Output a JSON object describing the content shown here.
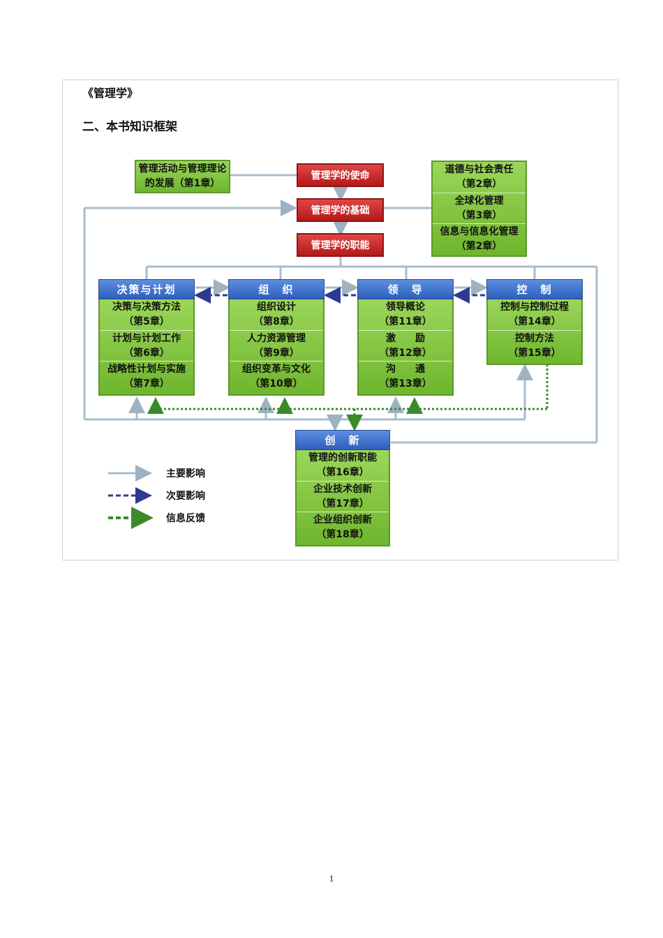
{
  "book_title": "《管理学》",
  "section_title": "二、本书知识框架",
  "history_box": {
    "line1": "管理活动与管理理论",
    "line2": "的发展（第1章）"
  },
  "red_boxes": {
    "mission": "管理学的使命",
    "foundation": "管理学的基础",
    "functions": "管理学的职能"
  },
  "right_stack": [
    {
      "line1": "道德与社会责任",
      "line2": "（第2章）"
    },
    {
      "line1": "全球化管理",
      "line2": "（第3章）"
    },
    {
      "line1": "信息与信息化管理",
      "line2": "（第2章）"
    }
  ],
  "columns": [
    {
      "title": "决策与计划",
      "items": [
        {
          "line1": "决策与决策方法",
          "line2": "（第5章）"
        },
        {
          "line1": "计划与计划工作",
          "line2": "（第6章）"
        },
        {
          "line1": "战略性计划与实施",
          "line2": "（第7章）"
        }
      ]
    },
    {
      "title": "组　织",
      "items": [
        {
          "line1": "组织设计",
          "line2": "（第8章）"
        },
        {
          "line1": "人力资源管理",
          "line2": "（第9章）"
        },
        {
          "line1": "组织变革与文化",
          "line2": "（第10章）"
        }
      ]
    },
    {
      "title": "领　导",
      "items": [
        {
          "line1": "领导概论",
          "line2": "（第11章）"
        },
        {
          "line1": "激　　励",
          "line2": "（第12章）"
        },
        {
          "line1": "沟　　通",
          "line2": "（第13章）"
        }
      ]
    },
    {
      "title": "控　制",
      "items": [
        {
          "line1": "控制与控制过程",
          "line2": "（第14章）"
        },
        {
          "line1": "控制方法",
          "line2": "（第15章）"
        }
      ]
    }
  ],
  "innovation": {
    "title": "创　新",
    "items": [
      {
        "line1": "管理的创新职能",
        "line2": "（第16章）"
      },
      {
        "line1": "企业技术创新",
        "line2": "（第17章）"
      },
      {
        "line1": "企业组织创新",
        "line2": "（第18章）"
      }
    ]
  },
  "legend": [
    {
      "label": "主要影响",
      "style": "solid-gray"
    },
    {
      "label": "次要影响",
      "style": "dashed-blue"
    },
    {
      "label": "信息反馈",
      "style": "dashed-green"
    }
  ],
  "colors": {
    "green": "#7cc23a",
    "red": "#c62828",
    "blue": "#2e5fbd",
    "main_arrow": "#a9bccb",
    "secondary_arrow": "#2c3a8f",
    "feedback_arrow": "#3a8a2a"
  },
  "page_number": "1"
}
